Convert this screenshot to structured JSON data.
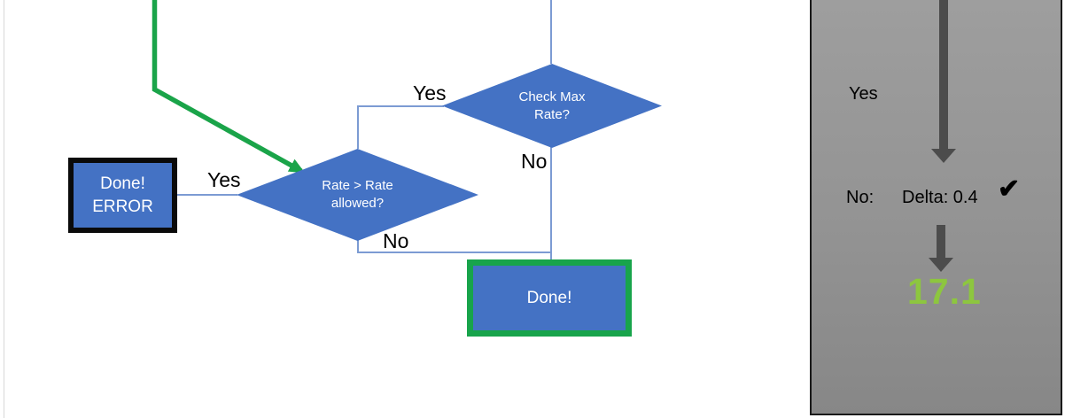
{
  "flowchart": {
    "nodes": {
      "check_max_rate": {
        "line1": "Check Max",
        "line2": "Rate?"
      },
      "rate_allowed": {
        "line1": "Rate > Rate",
        "line2": "allowed?"
      },
      "done_error": {
        "line1": "Done!",
        "line2": "ERROR"
      },
      "done": {
        "label": "Done!"
      }
    },
    "edge_labels": {
      "check_max_yes": "Yes",
      "check_max_no": "No",
      "rate_allowed_yes": "Yes",
      "rate_allowed_no": "No"
    }
  },
  "side_panel": {
    "yes_label": "Yes",
    "no_label": "No:",
    "delta_value": "Delta: 0.4",
    "checkmark": "✔",
    "result_value": "17.1"
  },
  "colors": {
    "shape_blue": "#4472c4",
    "connector_blue": "#7c9bd3",
    "accent_green": "#1aa449",
    "done_border_green": "#18a44b",
    "result_green": "#8dc63f",
    "arrow_gray": "#4c4c4c",
    "panel_gray_top": "#9e9e9e",
    "panel_gray_bottom": "#878787",
    "panel_border": "#1a1a1a"
  }
}
